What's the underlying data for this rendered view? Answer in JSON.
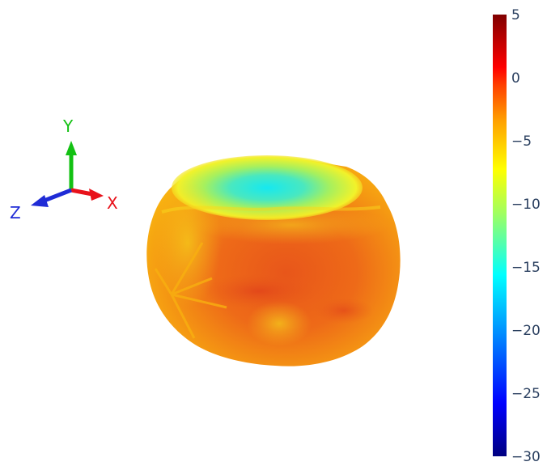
{
  "chart_data": {
    "type": "surface3d",
    "title": "",
    "colorscale": [
      "#000080",
      "#0000ff",
      "#00a0ff",
      "#00ffff",
      "#a0ff60",
      "#ffff00",
      "#ffa000",
      "#ff4000",
      "#ff0000",
      "#800000"
    ],
    "colorbar": {
      "range": [
        -30,
        5
      ],
      "ticks": [
        5,
        0,
        -5,
        -10,
        -15,
        -20,
        -25,
        -30
      ],
      "tick_labels": [
        "5",
        "0",
        "−5",
        "−10",
        "−15",
        "−20",
        "−25",
        "−30"
      ]
    },
    "axes_indicator": {
      "x": {
        "label": "X",
        "color": "#e8121b"
      },
      "y": {
        "label": "Y",
        "color": "#13c113"
      },
      "z": {
        "label": "Z",
        "color": "#1f2bd6"
      }
    },
    "surface_value_range": [
      -17,
      0
    ]
  }
}
